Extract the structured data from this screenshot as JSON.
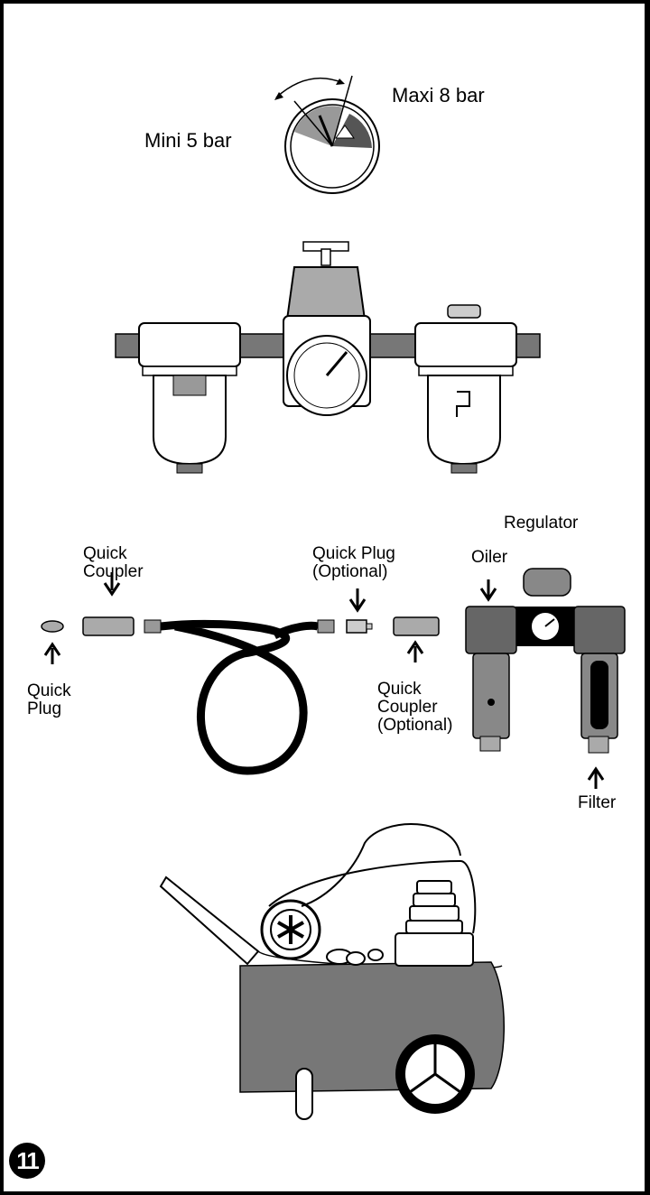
{
  "gauge": {
    "mini_label": "Mini 5 bar",
    "maxi_label": "Maxi 8 bar"
  },
  "hose_kit": {
    "quick_coupler": "Quick\nCoupler",
    "quick_plug": "Quick\nPlug",
    "quick_plug_optional": "Quick Plug\n(Optional)",
    "quick_coupler_optional": "Quick\nCoupler\n(Optional)"
  },
  "frl_unit": {
    "regulator": "Regulator",
    "oiler": "Oiler",
    "filter": "Filter"
  },
  "step_number": "11"
}
